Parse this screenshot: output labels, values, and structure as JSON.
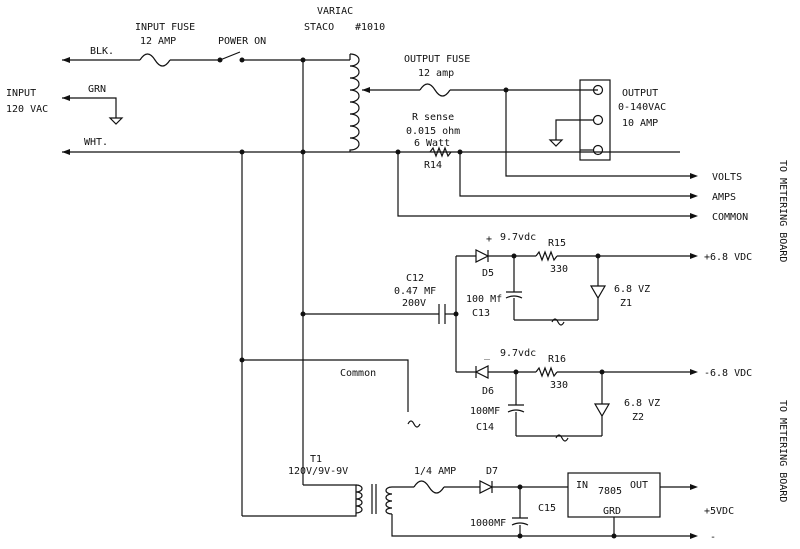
{
  "labels": {
    "input_fuse": "INPUT FUSE",
    "input_fuse_rating": "12 AMP",
    "power_on": "POWER ON",
    "variac": "VARIAC",
    "staco": "STACO",
    "variac_model": "#1010",
    "blk": "BLK.",
    "grn": "GRN",
    "input": "INPUT",
    "input_voltage": "120 VAC",
    "wht": "WHT.",
    "output_fuse": "OUTPUT FUSE",
    "output_fuse_rating": "12 amp",
    "output": "OUTPUT",
    "output_range": "0-140VAC",
    "output_current": "10 AMP",
    "r_sense": "R sense",
    "r_sense_value": "0.015 ohm",
    "r_sense_power": "6 Watt",
    "r14": "R14",
    "volts": "VOLTS",
    "amps": "AMPS",
    "common_out": "COMMON",
    "to_metering_top": "TO METERING BOARD",
    "to_metering_bottom": "TO METERING BOARD",
    "plus_sign": "+",
    "minus_sign": "_",
    "d5_voltage": "9.7vdc",
    "d6_voltage": "9.7vdc",
    "r15": "R15",
    "r15_value": "330",
    "r16": "R16",
    "r16_value": "330",
    "d5": "D5",
    "d6": "D6",
    "plus_68": "+6.8 VDC",
    "minus_68": "-6.8 VDC",
    "c12": "C12",
    "c12_value": "0.47 MF",
    "c12_voltage": "200V",
    "c13_value": "100 Mf",
    "c13": "C13",
    "z1_value": "6.8 VZ",
    "z1": "Z1",
    "c14_value": "100MF",
    "c14": "C14",
    "z2_value": "6.8 VZ",
    "z2": "Z2",
    "common": "Common",
    "t1": "T1",
    "t1_rating": "120V/9V-9V",
    "quarter_amp": "1/4 AMP",
    "d7": "D7",
    "c15": "C15",
    "c15_value": "1000MF",
    "reg_in": "IN",
    "reg_model": "7805",
    "reg_out": "OUT",
    "reg_gnd": "GRD",
    "plus_5": "+5VDC",
    "minus_out": "-"
  }
}
